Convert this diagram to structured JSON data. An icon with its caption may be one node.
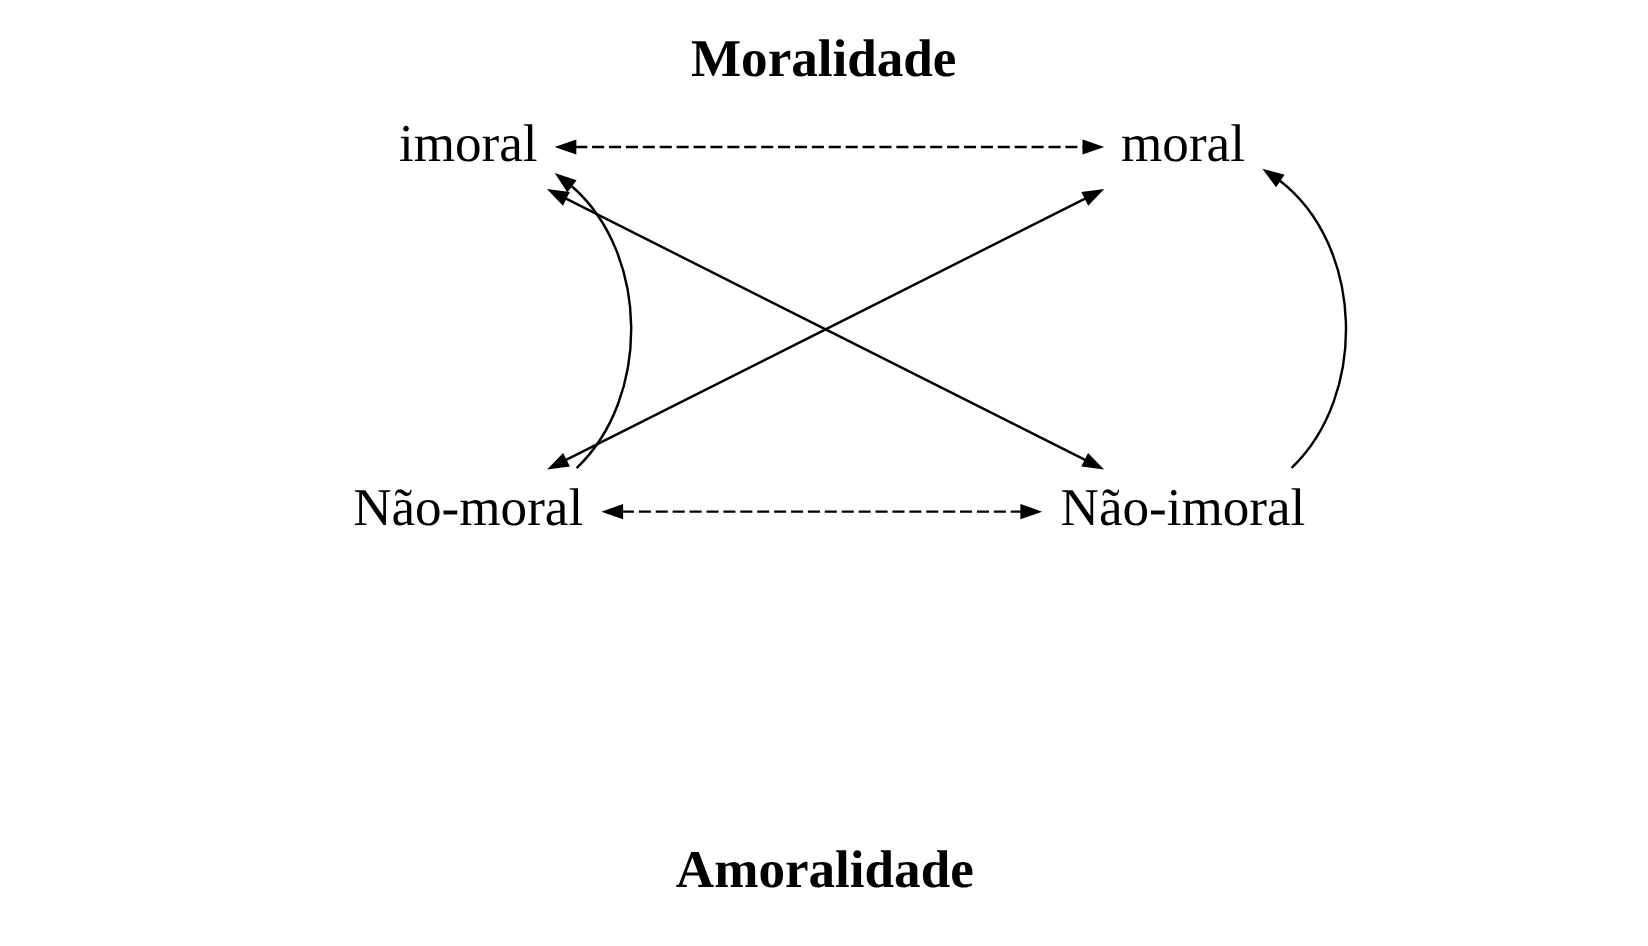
{
  "diagram": {
    "title": "Moralidade",
    "caption": "Amoralidade",
    "nodes": [
      {
        "text": [
          "imoral"
        ]
      },
      {
        "text": [
          "moral"
        ]
      },
      {
        "text": [
          "Não-moral"
        ]
      },
      {
        "text": [
          "Não-imoral"
        ]
      }
    ],
    "edges": [
      {
        "from": 0,
        "to": 1,
        "arrow": "both",
        "style": "dashed"
      },
      {
        "from": 0,
        "to": 3,
        "arrow": "both"
      },
      {
        "from": 1,
        "to": 2,
        "arrow": "both"
      },
      {
        "from": 2,
        "to": 0,
        "arrow": "to"
      },
      {
        "from": 3,
        "to": 1,
        "arrow": "to"
      },
      {
        "from": 2,
        "to": 3,
        "arrow": "both",
        "style": "dashed"
      }
    ]
  }
}
